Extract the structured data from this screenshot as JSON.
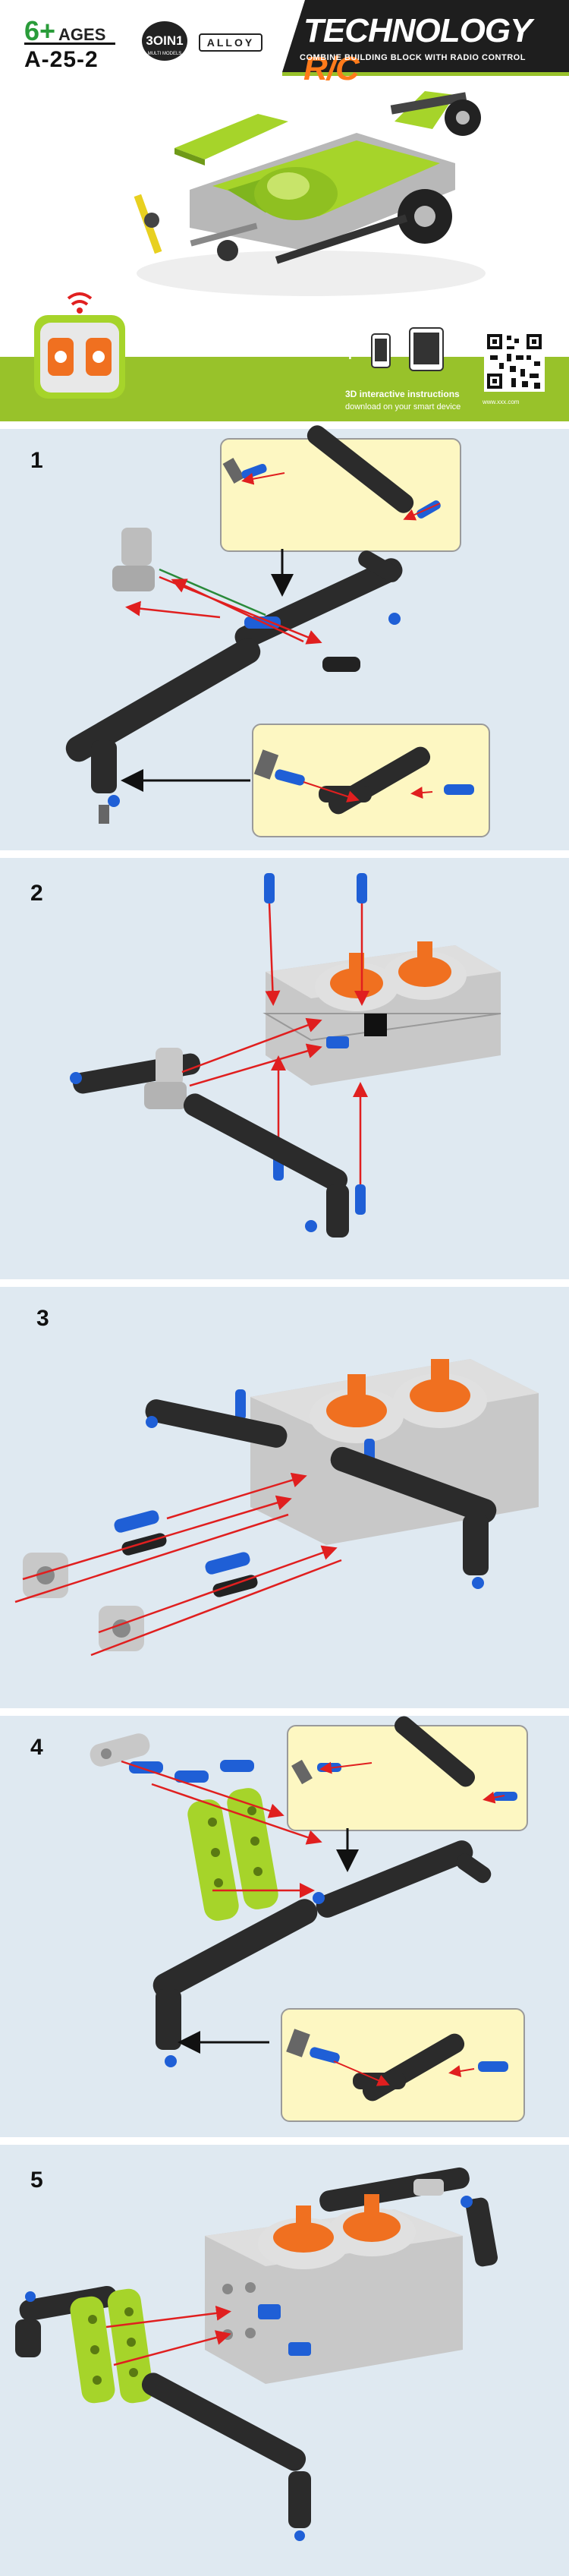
{
  "header": {
    "age_number": "6+",
    "age_label": "AGES",
    "model_code": "A-25-2",
    "logo_3in1": "3OIN1",
    "logo_3in1_sub": "MULTI MODELS",
    "logo_alloy": "ALLOY",
    "title": "TECHNOLOGY",
    "title_suffix": "R/C",
    "subtitle": "COMBINE BUILDING BLOCK WITH RADIO CONTROL",
    "instructions_title": "3D interactive instructions",
    "instructions_sub": "download on your smart device",
    "url": "www.xxx.com"
  },
  "steps": [
    {
      "number": "1"
    },
    {
      "number": "2"
    },
    {
      "number": "3"
    },
    {
      "number": "4"
    },
    {
      "number": "5"
    }
  ],
  "colors": {
    "step_bg": "#dfe9f1",
    "inset_bg": "#fdf7c2",
    "brand_green": "#98c22a",
    "beam_black": "#2b2b2b",
    "pin_blue": "#1f5fd6",
    "arrow_red": "#e01f1f",
    "motor_grey": "#c8c8c8",
    "gear_orange": "#f07020",
    "lime": "#a6d42a"
  }
}
